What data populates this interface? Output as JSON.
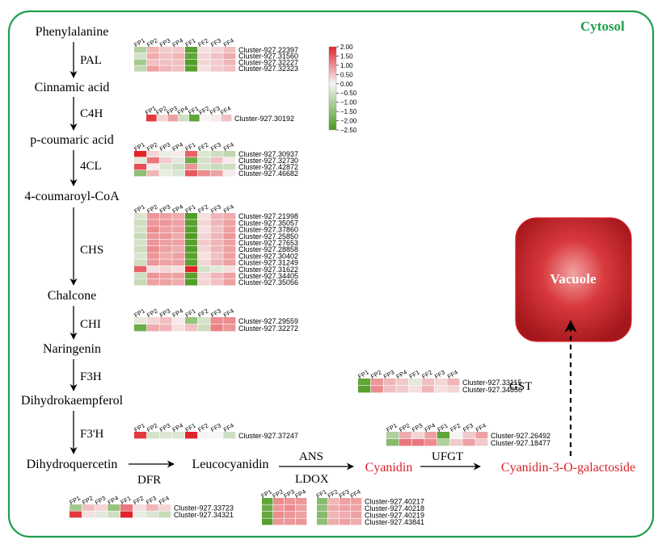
{
  "compartments": {
    "cytosol": "Cytosol",
    "vacuole": "Vacuole"
  },
  "colors": {
    "border": "#1f9e4d",
    "pathway_red": "#d91f26",
    "high": "#e0242a",
    "mid": "#f7f4f4",
    "low": "#4a9a1e"
  },
  "legend": {
    "ticks": [
      "2.00",
      "1.50",
      "1.00",
      "0.50",
      "0.00",
      "−0.50",
      "−1.00",
      "−1.50",
      "−2.00",
      "−2.50"
    ]
  },
  "sample_columns": [
    "FP1",
    "FP2",
    "FP3",
    "FP4",
    "FF1",
    "FF2",
    "FF3",
    "FF4"
  ],
  "metabolites": [
    {
      "id": "phenylalanine",
      "text": "Phenylalanine"
    },
    {
      "id": "cinnamic",
      "text": "Cinnamic acid"
    },
    {
      "id": "pcoumaric",
      "text": "p-coumaric acid"
    },
    {
      "id": "coumaroylcoa",
      "text": "4-coumaroyl-CoA"
    },
    {
      "id": "chalcone",
      "text": "Chalcone"
    },
    {
      "id": "naringenin",
      "text": "Naringenin"
    },
    {
      "id": "dihydrokaempferol",
      "text": "Dihydrokaempferol"
    },
    {
      "id": "dihydroquercetin",
      "text": "Dihydroquercetin"
    },
    {
      "id": "leucocyanidin",
      "text": "Leucocyanidin"
    },
    {
      "id": "cyanidin",
      "text": "Cyanidin"
    },
    {
      "id": "cyanidin3gal",
      "text": "Cyanidin-3-O-galactoside"
    }
  ],
  "enzymes": [
    {
      "id": "pal",
      "text": "PAL"
    },
    {
      "id": "c4h",
      "text": "C4H"
    },
    {
      "id": "4cl",
      "text": "4CL"
    },
    {
      "id": "chs",
      "text": "CHS"
    },
    {
      "id": "chi",
      "text": "CHI"
    },
    {
      "id": "f3h",
      "text": "F3H"
    },
    {
      "id": "f3ph",
      "text": "F3'H"
    },
    {
      "id": "dfr",
      "text": "DFR"
    },
    {
      "id": "ans",
      "text": "ANS"
    },
    {
      "id": "ldox",
      "text": "LDOX"
    },
    {
      "id": "ufgt",
      "text": "UFGT"
    },
    {
      "id": "gst",
      "text": "GST"
    }
  ],
  "heatmaps": [
    {
      "id": "pal",
      "rows": [
        {
          "cluster": "Cluster-927.22397",
          "values": [
            -1.0,
            0.6,
            0.4,
            0.4,
            -2.3,
            0.2,
            0.3,
            0.5
          ]
        },
        {
          "cluster": "Cluster-927.31560",
          "values": [
            -0.5,
            0.7,
            0.5,
            0.6,
            -2.2,
            0.3,
            0.5,
            0.7
          ]
        },
        {
          "cluster": "Cluster-927.32227",
          "values": [
            -1.2,
            0.5,
            0.5,
            0.5,
            -2.4,
            0.3,
            0.4,
            0.6
          ]
        },
        {
          "cluster": "Cluster-927.32323",
          "values": [
            -0.8,
            0.8,
            0.6,
            0.5,
            -2.3,
            0.2,
            0.4,
            0.5
          ]
        }
      ]
    },
    {
      "id": "c4h",
      "rows": [
        {
          "cluster": "Cluster-927.30192",
          "values": [
            1.8,
            0.3,
            0.8,
            -0.6,
            -2.2,
            0.0,
            0.1,
            0.5
          ]
        }
      ]
    },
    {
      "id": "4cl",
      "rows": [
        {
          "cluster": "Cluster-927.30937",
          "values": [
            2.0,
            0.3,
            -0.2,
            0.1,
            1.4,
            -0.4,
            -0.6,
            -0.8
          ]
        },
        {
          "cluster": "Cluster-927.32730",
          "values": [
            -0.3,
            1.2,
            0.4,
            -0.3,
            -2.0,
            -0.5,
            0.5,
            0.1
          ]
        },
        {
          "cluster": "Cluster-927.42872",
          "values": [
            1.6,
            0.1,
            -0.4,
            -0.6,
            0.9,
            -0.5,
            -0.7,
            -0.6
          ]
        },
        {
          "cluster": "Cluster-927.46682",
          "values": [
            -1.5,
            0.6,
            -0.2,
            -0.4,
            1.5,
            1.0,
            0.8,
            0.1
          ]
        }
      ]
    },
    {
      "id": "chs",
      "rows": [
        {
          "cluster": "Cluster-927.21998",
          "values": [
            -0.4,
            0.9,
            0.8,
            0.7,
            -2.4,
            0.2,
            0.6,
            0.7
          ]
        },
        {
          "cluster": "Cluster-927.35057",
          "values": [
            -0.6,
            0.9,
            0.9,
            0.8,
            -2.3,
            0.3,
            0.6,
            0.8
          ]
        },
        {
          "cluster": "Cluster-927.37860",
          "values": [
            -0.5,
            1.0,
            0.8,
            0.8,
            -2.3,
            0.2,
            0.5,
            0.8
          ]
        },
        {
          "cluster": "Cluster-927.25850",
          "values": [
            -0.7,
            0.9,
            0.9,
            0.7,
            -2.4,
            0.3,
            0.6,
            0.9
          ]
        },
        {
          "cluster": "Cluster-927.27653",
          "values": [
            -0.5,
            0.9,
            0.8,
            0.8,
            -2.3,
            0.4,
            0.6,
            0.8
          ]
        },
        {
          "cluster": "Cluster-927.28858",
          "values": [
            -0.6,
            1.0,
            0.8,
            0.7,
            -2.4,
            0.3,
            0.6,
            0.8
          ]
        },
        {
          "cluster": "Cluster-927.30402",
          "values": [
            -0.4,
            0.9,
            0.7,
            0.8,
            -2.3,
            0.2,
            0.5,
            0.8
          ]
        },
        {
          "cluster": "Cluster-927.31249",
          "values": [
            -0.6,
            0.9,
            0.8,
            0.8,
            -2.3,
            0.3,
            0.6,
            0.8
          ]
        },
        {
          "cluster": "Cluster-927.31622",
          "values": [
            1.4,
            0.2,
            0.3,
            0.2,
            2.0,
            -0.5,
            -0.3,
            0.2
          ]
        },
        {
          "cluster": "Cluster-927.34405",
          "values": [
            -0.6,
            0.9,
            0.8,
            0.8,
            -2.3,
            0.3,
            0.6,
            0.8
          ]
        },
        {
          "cluster": "Cluster-927.35056",
          "values": [
            -0.7,
            0.8,
            0.8,
            0.7,
            -2.4,
            0.3,
            0.5,
            0.8
          ]
        }
      ]
    },
    {
      "id": "chi",
      "rows": [
        {
          "cluster": "Cluster-927.29559",
          "values": [
            -0.3,
            0.3,
            0.5,
            0.1,
            -1.4,
            -0.5,
            1.0,
            1.0
          ]
        },
        {
          "cluster": "Cluster-927.32272",
          "values": [
            -2.0,
            0.7,
            0.6,
            0.2,
            0.5,
            -0.6,
            1.1,
            0.9
          ]
        }
      ]
    },
    {
      "id": "f3ph",
      "rows": [
        {
          "cluster": "Cluster-927.37247",
          "values": [
            1.8,
            -0.5,
            -0.4,
            -0.4,
            2.0,
            0.0,
            0.0,
            -0.6
          ]
        }
      ]
    },
    {
      "id": "dfr",
      "rows": [
        {
          "cluster": "Cluster-927.33723",
          "values": [
            -1.2,
            0.5,
            0.3,
            -1.4,
            1.2,
            0.2,
            0.6,
            0.3
          ]
        },
        {
          "cluster": "Cluster-927.34321",
          "values": [
            1.8,
            0.2,
            -0.3,
            -0.6,
            2.0,
            -0.2,
            -0.4,
            -0.7
          ]
        }
      ]
    },
    {
      "id": "ans",
      "rows": [
        {
          "cluster": "Cluster-927.40217",
          "values": [
            -2.2,
            1.0,
            0.9,
            0.9,
            -1.6,
            0.6,
            0.8,
            0.8
          ]
        },
        {
          "cluster": "Cluster-927.40218",
          "values": [
            -2.0,
            0.9,
            1.0,
            0.8,
            -1.5,
            0.7,
            0.8,
            0.8
          ]
        },
        {
          "cluster": "Cluster-927.40219",
          "values": [
            -2.1,
            1.0,
            0.9,
            0.8,
            -1.6,
            0.6,
            0.7,
            0.8
          ]
        },
        {
          "cluster": "Cluster-927.43841",
          "values": [
            -2.3,
            0.9,
            0.9,
            0.9,
            -1.5,
            0.7,
            0.8,
            0.7
          ]
        }
      ]
    },
    {
      "id": "ufgt",
      "rows": [
        {
          "cluster": "Cluster-927.26492",
          "values": [
            -1.0,
            0.7,
            0.3,
            0.8,
            -2.2,
            0.0,
            0.4,
            0.8
          ]
        },
        {
          "cluster": "Cluster-927.18477",
          "values": [
            -1.6,
            1.2,
            1.2,
            1.0,
            -1.0,
            0.4,
            0.8,
            0.4
          ]
        }
      ]
    },
    {
      "id": "gst",
      "rows": [
        {
          "cluster": "Cluster-927.33115",
          "values": [
            -2.2,
            0.9,
            0.6,
            0.4,
            -0.3,
            0.5,
            0.3,
            0.6
          ]
        },
        {
          "cluster": "Cluster-927.34850",
          "values": [
            -2.3,
            1.0,
            0.5,
            0.4,
            0.2,
            0.6,
            0.2,
            0.3
          ]
        }
      ]
    }
  ]
}
